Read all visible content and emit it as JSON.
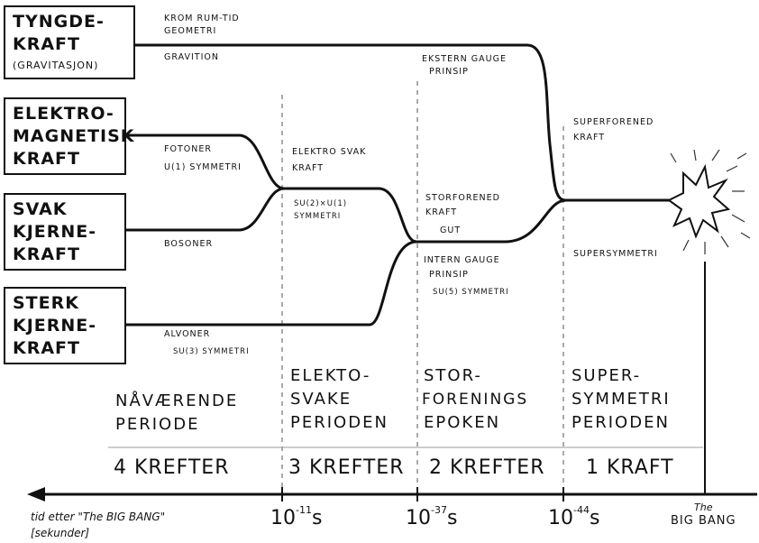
{
  "forces": [
    {
      "lines": [
        "TYNGDE-",
        "KRAFT"
      ],
      "sub": "(GRAVITASJON)"
    },
    {
      "lines": [
        "ELEKTRO-",
        "MAGNETISK",
        "KRAFT"
      ],
      "sub": ""
    },
    {
      "lines": [
        "SVAK",
        "KJERNE-",
        "KRAFT"
      ],
      "sub": ""
    },
    {
      "lines": [
        "STERK",
        "KJERNE-",
        "KRAFT"
      ],
      "sub": ""
    }
  ],
  "labels": {
    "krom_1": "KROM RUM-TID",
    "krom_2": "GEOMETRI",
    "gravition": "GRAVITION",
    "ekstern_1": "EKSTERN GAUGE",
    "ekstern_2": "PRINSIP",
    "superforened_1": "SUPERFORENED",
    "superforened_2": "KRAFT",
    "fotoner": "FOTONER",
    "u1": "U(1) SYMMETRI",
    "elektrosvak_1": "ELEKTRO SVAK",
    "elektrosvak_2": "KRAFT",
    "su2_1": "SU(2)×U(1)",
    "su2_2": "SYMMETRI",
    "storforened_1": "STORFORENED",
    "storforened_2": "KRAFT",
    "gut": "GUT",
    "bosoner": "BOSONER",
    "supersymmetri": "SUPERSYMMETRI",
    "intern_1": "INTERN GAUGE",
    "intern_2": "PRINSIP",
    "su5": "SU(5) SYMMETRI",
    "alvoner": "ALVONER",
    "su3": "SU(3) SYMMETRI"
  },
  "periods": [
    {
      "lines": [
        "NÅVÆRENDE",
        "PERIODE"
      ],
      "count": "4 KREFTER"
    },
    {
      "lines": [
        "ELEKTO-",
        "SVAKE",
        "PERIODEN"
      ],
      "count": "3 KREFTER"
    },
    {
      "lines": [
        "STOR-",
        "FORENINGS",
        "EPOKEN"
      ],
      "count": "2 KREFTER"
    },
    {
      "lines": [
        "SUPER-",
        "SYMMETRI",
        "PERIODEN"
      ],
      "count": "1 KRAFT"
    }
  ],
  "timeline": {
    "caption_1": "tid etter \"The BIG BANG\"",
    "caption_2": "[sekunder]",
    "ticks": [
      {
        "base": "10",
        "exp": "-11",
        "unit": "s"
      },
      {
        "base": "10",
        "exp": "-37",
        "unit": "s"
      },
      {
        "base": "10",
        "exp": "-44",
        "unit": "s"
      }
    ],
    "origin_1": "The",
    "origin_2": "BIG BANG"
  }
}
